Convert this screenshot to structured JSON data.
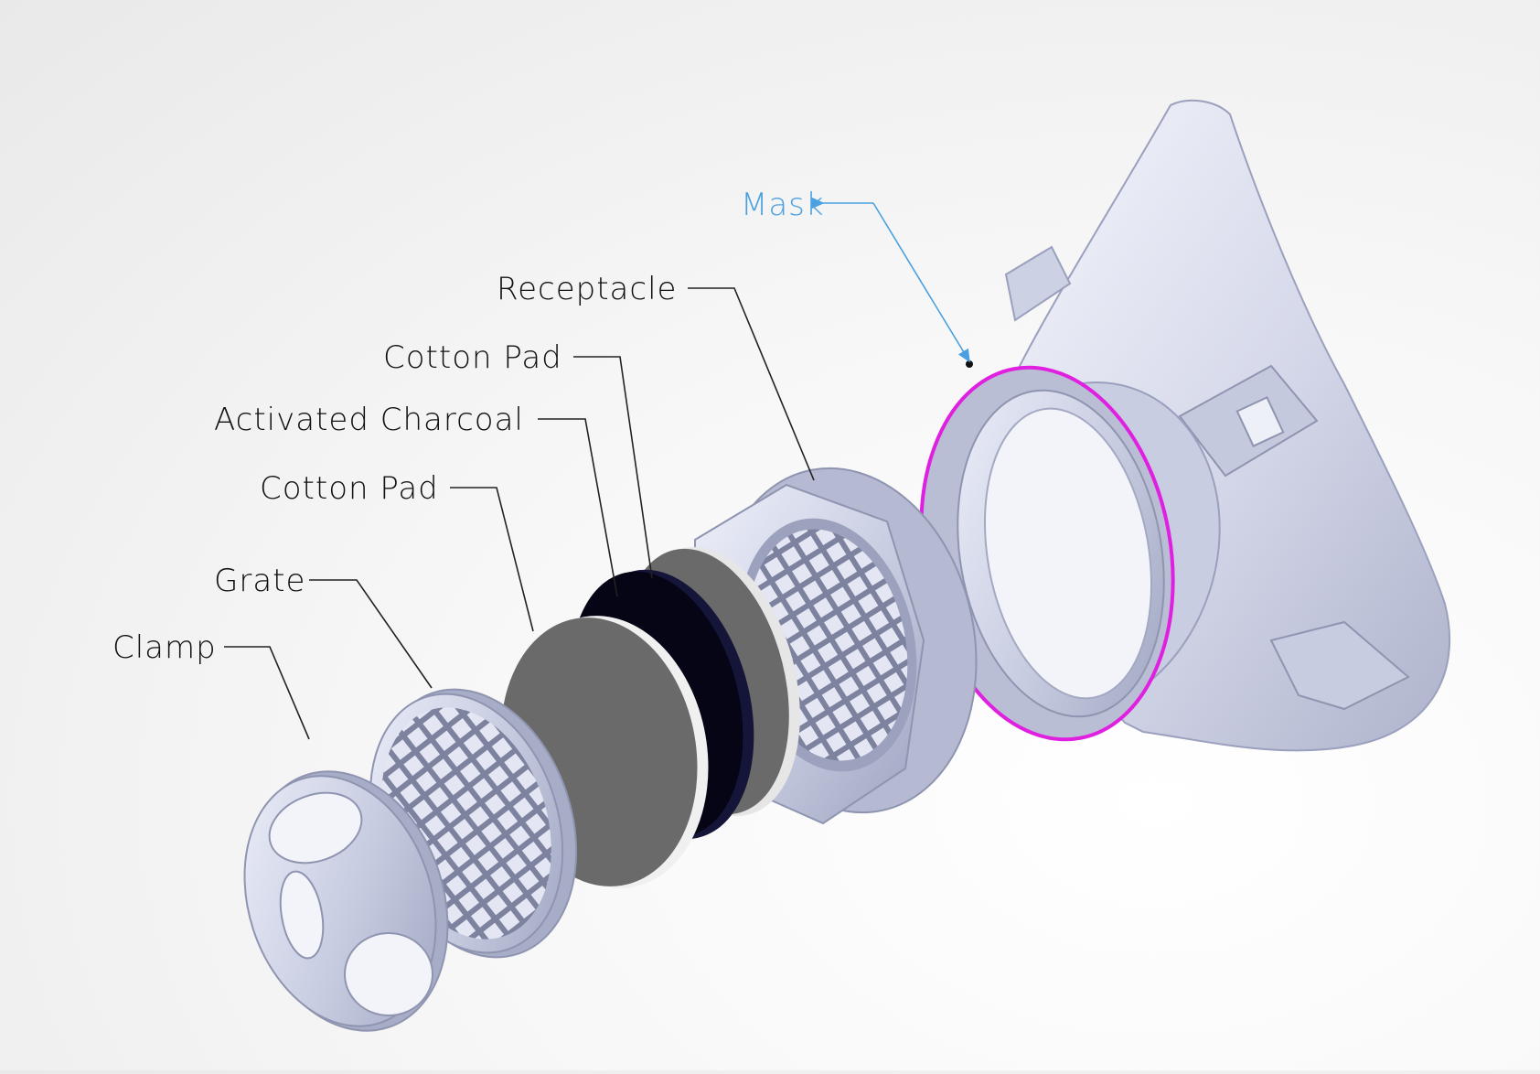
{
  "diagram": {
    "labels": {
      "mask": "Mask",
      "receptacle": "Receptacle",
      "cotton_pad_back": "Cotton Pad",
      "activated_charcoal": "Activated Charcoal",
      "cotton_pad_front": "Cotton Pad",
      "grate": "Grate",
      "clamp": "Clamp"
    },
    "colors": {
      "part_light": "#d2d6ea",
      "part_mid": "#b3b8d0",
      "part_dark": "#8f95b0",
      "pad_gray": "#6a6a6a",
      "charcoal": "#050515",
      "mask_highlight": "#e020e0",
      "mask_label": "#4aa0e0",
      "leader": "#222222"
    }
  }
}
